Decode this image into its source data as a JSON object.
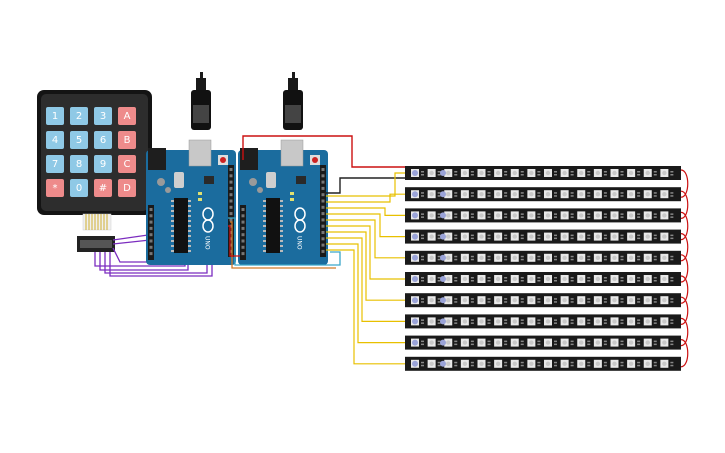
{
  "keypad": {
    "keys": [
      [
        "1",
        "2",
        "3",
        "A"
      ],
      [
        "4",
        "5",
        "6",
        "B"
      ],
      [
        "7",
        "8",
        "9",
        "C"
      ],
      [
        "*",
        "0",
        "#",
        "D"
      ]
    ],
    "colors": {
      "number": "#8fc9e6",
      "letter": "#ee8b8b",
      "frame": "#2b2b2b",
      "border": "#111111"
    }
  },
  "boards": [
    {
      "board_label": "UNO",
      "color": "#1b6c9e"
    },
    {
      "board_label": "UNO",
      "color": "#1b6c9e"
    }
  ],
  "led_strips": {
    "count": 10,
    "pixels_per_strip": 16,
    "strip_color": "#1a1a1a",
    "pixel_color": "#e9e9e9"
  },
  "wire_colors": {
    "signal": "#e8c000",
    "power": "#cc1111",
    "ground": "#222222",
    "keypad": "#7b2cbf",
    "link": "#3aa6c9"
  }
}
